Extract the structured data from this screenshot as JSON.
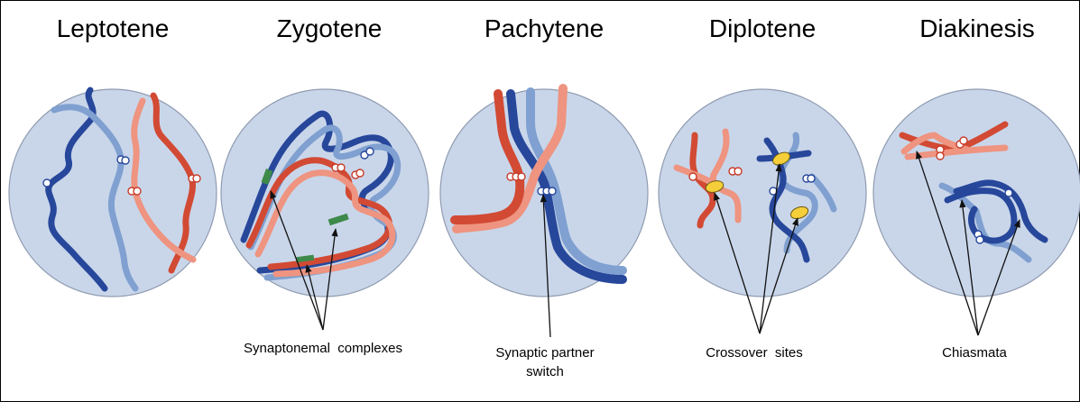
{
  "stages": [
    {
      "title": "Leptotene"
    },
    {
      "title": "Zygotene"
    },
    {
      "title": "Pachytene"
    },
    {
      "title": "Diplotene"
    },
    {
      "title": "Diakinesis"
    }
  ],
  "annotations": {
    "zygotene": "Synaptonemal  complexes",
    "pachytene_line1": "Synaptic partner",
    "pachytene_line2": "switch",
    "diplotene": "Crossover  sites",
    "diakinesis": "Chiasmata"
  },
  "colors": {
    "cell_fill": "#c9d6ea",
    "homolog_dark_blue": "#27479b",
    "homolog_light_blue": "#7fa0d0",
    "homolog_dark_red": "#d24a34",
    "homolog_light_red": "#ee9480",
    "synaptonemal_complex": "#3e8a4a",
    "crossover_site": "#f4cf3a"
  }
}
